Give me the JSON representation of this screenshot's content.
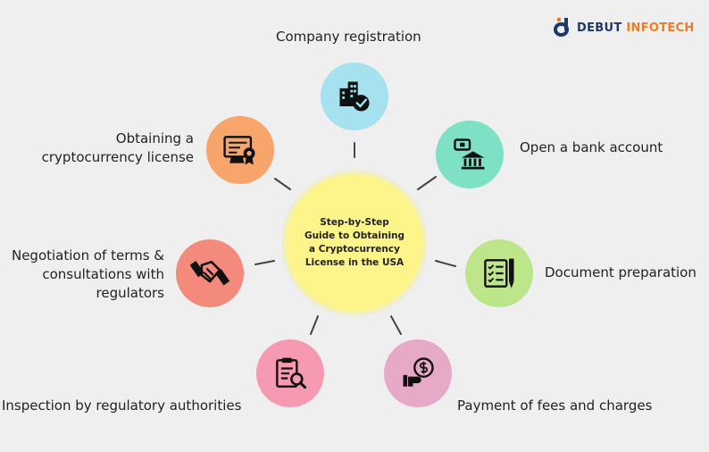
{
  "brand": {
    "name_part1": "DEBUT",
    "name_part2": "INFOTECH",
    "color_primary": "#1f3a68",
    "color_accent": "#f47c20"
  },
  "center": {
    "text": "Step-by-Step\nGuide to Obtaining\na Cryptocurrency\nLicense in the USA",
    "color": "#fdf58a"
  },
  "steps": [
    {
      "label": "Company registration",
      "icon": "buildings-check-icon",
      "color": "#a6e1ef"
    },
    {
      "label": "Open a bank account",
      "icon": "bank-money-icon",
      "color": "#7ee0c4"
    },
    {
      "label": "Document preparation",
      "icon": "checklist-pen-icon",
      "color": "#bde58a"
    },
    {
      "label": "Payment of fees and charges",
      "icon": "wallet-dollar-icon",
      "color": "#e7a9c8"
    },
    {
      "label": "Inspection by regulatory authorities",
      "icon": "clipboard-search-icon",
      "color": "#f59ab0"
    },
    {
      "label": "Negotiation of terms & consultations with regulators",
      "label_lines": [
        "Negotiation of terms &",
        "consultations with",
        "regulators"
      ],
      "icon": "handshake-icon",
      "color": "#f48a7c"
    },
    {
      "label": "Obtaining a cryptocurrency license",
      "label_lines": [
        "Obtaining a",
        "cryptocurrency license"
      ],
      "icon": "certificate-icon",
      "color": "#f7a56a"
    }
  ]
}
